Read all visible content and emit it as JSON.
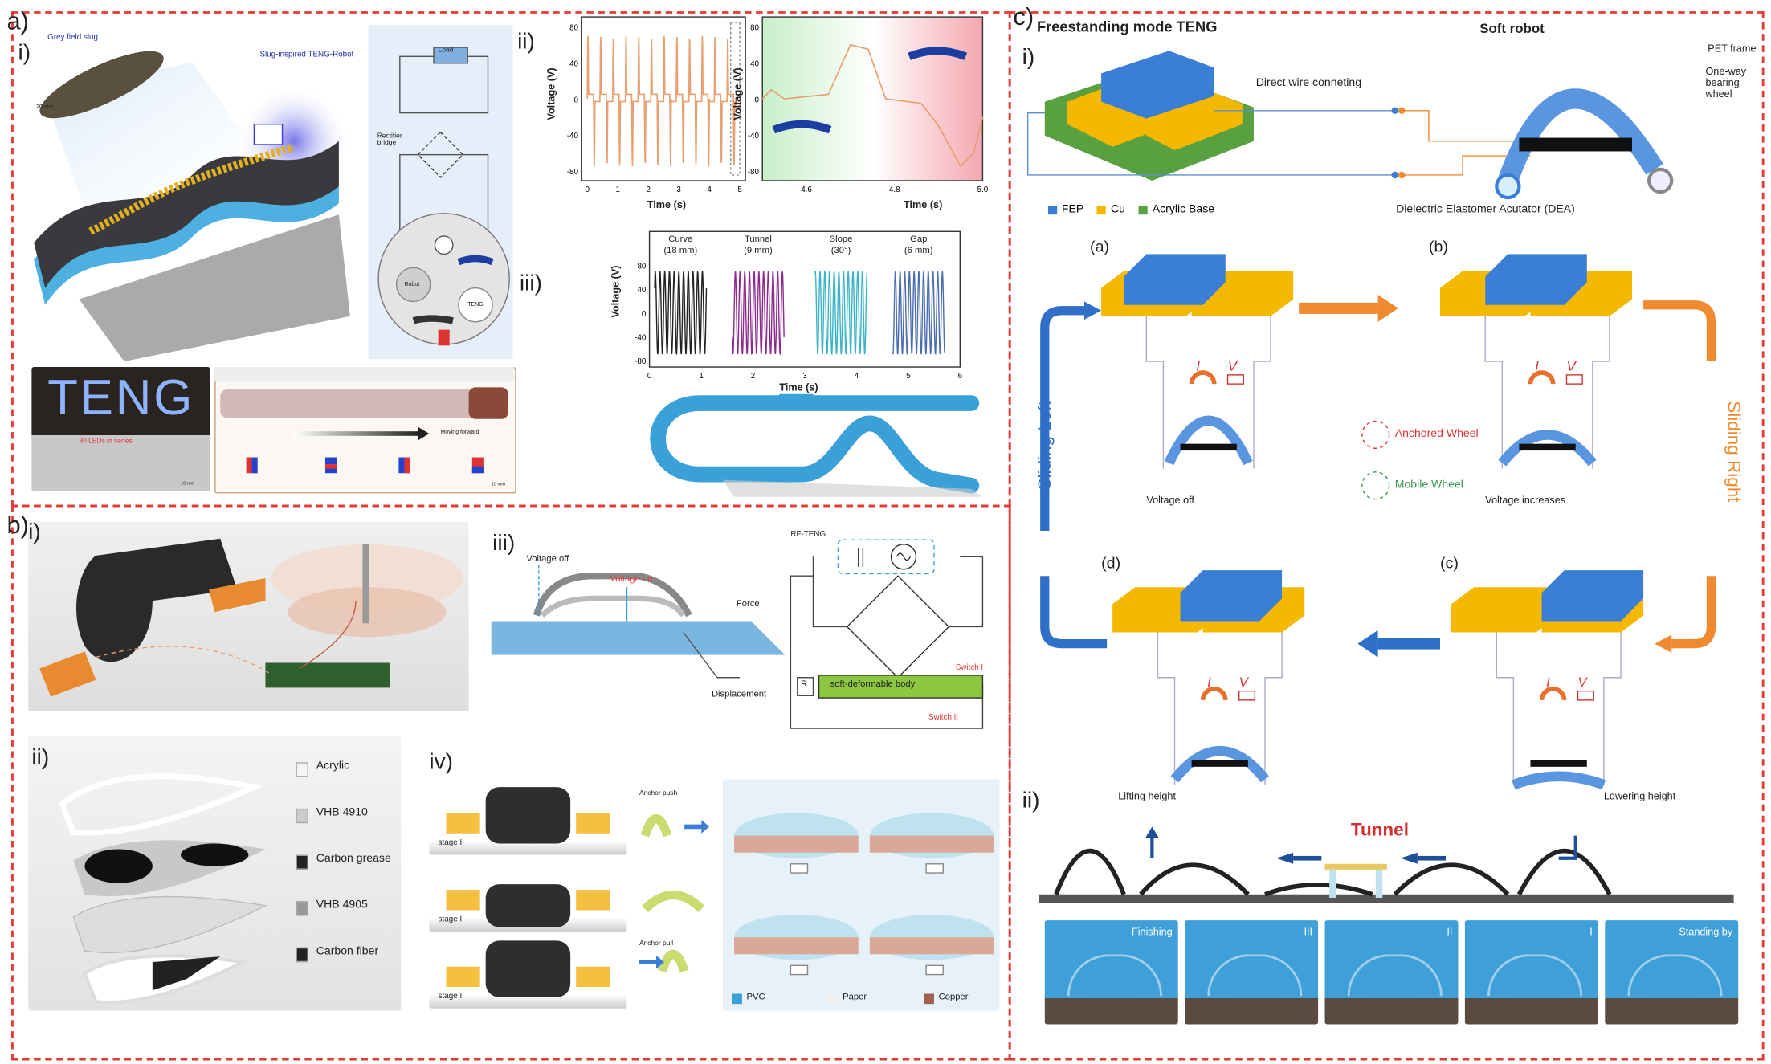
{
  "panel_a": {
    "label": "a)",
    "i": {
      "label": "i)",
      "slug_caption": "Grey field slug",
      "robot_caption": "Slug-inspired TENG-Robot",
      "slug_scale": "20 mm",
      "circuit_load": "Load",
      "circuit_bridge": "Rectifier bridge",
      "circle_robot": "Robot",
      "circle_teng": "TENG",
      "led_text": "TENG",
      "led_caption": "80 LEDs in series",
      "led_scale": "10 mm",
      "moving_caption": "Moving forward",
      "strip_scale": "10 mm"
    },
    "ii": {
      "label": "ii)",
      "ylabel": "Voltage (V)",
      "xlabel": "Time (s)",
      "yticks": [
        "80",
        "40",
        "0",
        "-40",
        "-80"
      ],
      "xticks": [
        "0",
        "1",
        "2",
        "3",
        "4",
        "5"
      ],
      "zoom_xticks": [
        "4.6",
        "4.8",
        "5.0"
      ],
      "zoom_yticks": [
        "80",
        "40",
        "0",
        "-40",
        "-80"
      ],
      "signal_color": "#e8a070"
    },
    "iii": {
      "label": "iii)",
      "ylabel": "Voltage (V)",
      "xlabel": "Time (s)",
      "yticks": [
        "80",
        "40",
        "0",
        "-40",
        "-80"
      ],
      "xticks": [
        "0",
        "1",
        "2",
        "3",
        "4",
        "5",
        "6"
      ],
      "segments": [
        {
          "name": "Curve",
          "detail": "(18 mm)",
          "color": "#222222"
        },
        {
          "name": "Tunnel",
          "detail": "(9 mm)",
          "color": "#8e2a8e"
        },
        {
          "name": "Slope",
          "detail": "(30°)",
          "color": "#3ab4c8"
        },
        {
          "name": "Gap",
          "detail": "(6 mm)",
          "color": "#4a6cb0"
        }
      ]
    }
  },
  "panel_b": {
    "label": "b)",
    "i": {
      "label": "i)"
    },
    "ii": {
      "label": "ii)",
      "layers": [
        "Acrylic",
        "VHB 4910",
        "Carbon grease",
        "VHB 4905",
        "Carbon fiber"
      ]
    },
    "iii": {
      "label": "iii)",
      "voltage_off": "Voltage off",
      "voltage_on": "Voltage on",
      "force": "Force",
      "displacement": "Displacement",
      "rf_teng": "RF-TENG",
      "switch_1": "Switch I",
      "switch_2": "Switch II",
      "resistor": "R",
      "body": "soft-deformable body"
    },
    "iv": {
      "label": "iv)",
      "stages": [
        "stage I",
        "stage I",
        "stage II"
      ],
      "anchor_push": "Anchor push",
      "anchor_pull": "Anchor pull",
      "legend": [
        "PVC",
        "Paper",
        "Copper"
      ]
    }
  },
  "panel_c": {
    "label": "c)",
    "i": {
      "label": "i)",
      "teng_title": "Freestanding mode TENG",
      "robot_title": "Soft robot",
      "wire_caption": "Direct wire conneting",
      "pet_frame": "PET frame",
      "bearing_wheel": "One-way bearing wheel",
      "dea": "Dielectric Elastomer Acutator (DEA)",
      "legend": [
        {
          "name": "FEP",
          "color": "#3a7fd5"
        },
        {
          "name": "Cu",
          "color": "#f5b800"
        },
        {
          "name": "Acrylic Base",
          "color": "#58a040"
        }
      ],
      "states": [
        {
          "tag": "(a)",
          "caption": "Voltage off"
        },
        {
          "tag": "(b)",
          "caption": "Voltage increases"
        },
        {
          "tag": "(c)",
          "caption": ""
        },
        {
          "tag": "(d)",
          "caption": ""
        }
      ],
      "current_symbol": "I",
      "voltage_symbol": "V",
      "sliding_left": "Sliding Left",
      "sliding_right": "Sliding Right",
      "anchored_wheel": "Anchored Wheel",
      "mobile_wheel": "Mobile Wheel"
    },
    "ii": {
      "label": "ii)",
      "lifting": "Lifting height",
      "lowering": "Lowering height",
      "tunnel": "Tunnel",
      "photos": [
        "Finishing",
        "III",
        "II",
        "I",
        "Standing by"
      ]
    }
  },
  "colors": {
    "frame": "#e53935",
    "fep": "#3a7fd5",
    "cu": "#f5b800",
    "acrylic": "#58a040",
    "left_arrow": "#2f6fc8",
    "right_arrow": "#f08a30",
    "accent_red": "#d32f2f"
  }
}
